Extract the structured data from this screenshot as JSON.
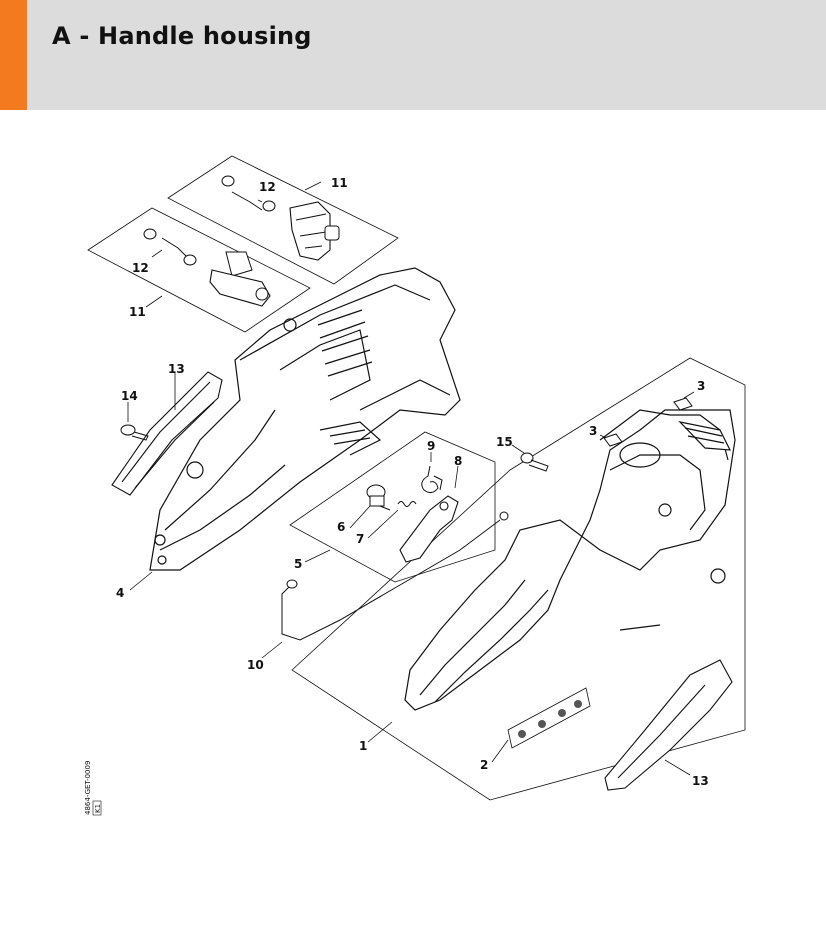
{
  "header": {
    "title": "A - Handle housing",
    "accent_color": "#f37a1f",
    "background_color": "#dcdcdc"
  },
  "diagram": {
    "callouts": [
      {
        "id": "c-11-top",
        "label": "11"
      },
      {
        "id": "c-12-top",
        "label": "12"
      },
      {
        "id": "c-12-left",
        "label": "12"
      },
      {
        "id": "c-11-left",
        "label": "11"
      },
      {
        "id": "c-13-left",
        "label": "13"
      },
      {
        "id": "c-14",
        "label": "14"
      },
      {
        "id": "c-9",
        "label": "9"
      },
      {
        "id": "c-8",
        "label": "8"
      },
      {
        "id": "c-6",
        "label": "6"
      },
      {
        "id": "c-7",
        "label": "7"
      },
      {
        "id": "c-5",
        "label": "5"
      },
      {
        "id": "c-4",
        "label": "4"
      },
      {
        "id": "c-10",
        "label": "10"
      },
      {
        "id": "c-15",
        "label": "15"
      },
      {
        "id": "c-3-top",
        "label": "3"
      },
      {
        "id": "c-3-mid",
        "label": "3"
      },
      {
        "id": "c-1",
        "label": "1"
      },
      {
        "id": "c-2",
        "label": "2"
      },
      {
        "id": "c-13-right",
        "label": "13"
      }
    ],
    "drawing_code": "4864-GET-0009",
    "drawing_code_sub": "K1"
  }
}
